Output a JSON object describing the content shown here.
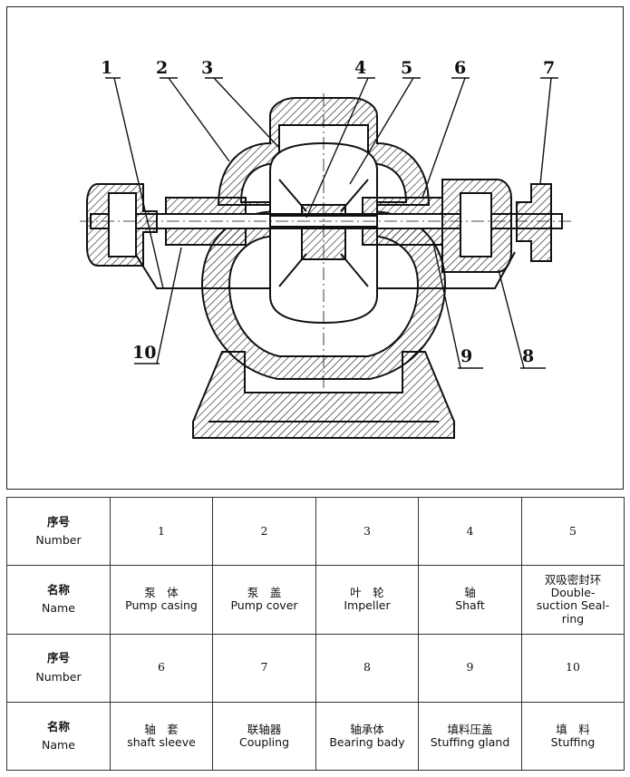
{
  "callouts": [
    "1",
    "2",
    "3",
    "4",
    "5",
    "6",
    "7",
    "8",
    "9",
    "10"
  ],
  "table": {
    "row_headers": {
      "number": {
        "zh": "序号",
        "en": "Number"
      },
      "name": {
        "zh": "名称",
        "en": "Name"
      }
    },
    "rows": [
      {
        "numbers": [
          "1",
          "2",
          "3",
          "4",
          "5"
        ],
        "names": [
          {
            "zh": "泵　体",
            "en": "Pump casing"
          },
          {
            "zh": "泵　盖",
            "en": "Pump cover"
          },
          {
            "zh": "叶　轮",
            "en": "Impeller"
          },
          {
            "zh": "轴",
            "en": "Shaft"
          },
          {
            "zh": "双吸密封环",
            "en": "Double-suction Seal-ring"
          }
        ]
      },
      {
        "numbers": [
          "6",
          "7",
          "8",
          "9",
          "10"
        ],
        "names": [
          {
            "zh": "轴　套",
            "en": "shaft sleeve"
          },
          {
            "zh": "联轴器",
            "en": "Coupling"
          },
          {
            "zh": "轴承体",
            "en": "Bearing bady"
          },
          {
            "zh": "填料压盖",
            "en": "Stuffing gland"
          },
          {
            "zh": "填　料",
            "en": "Stuffing"
          }
        ]
      }
    ]
  }
}
